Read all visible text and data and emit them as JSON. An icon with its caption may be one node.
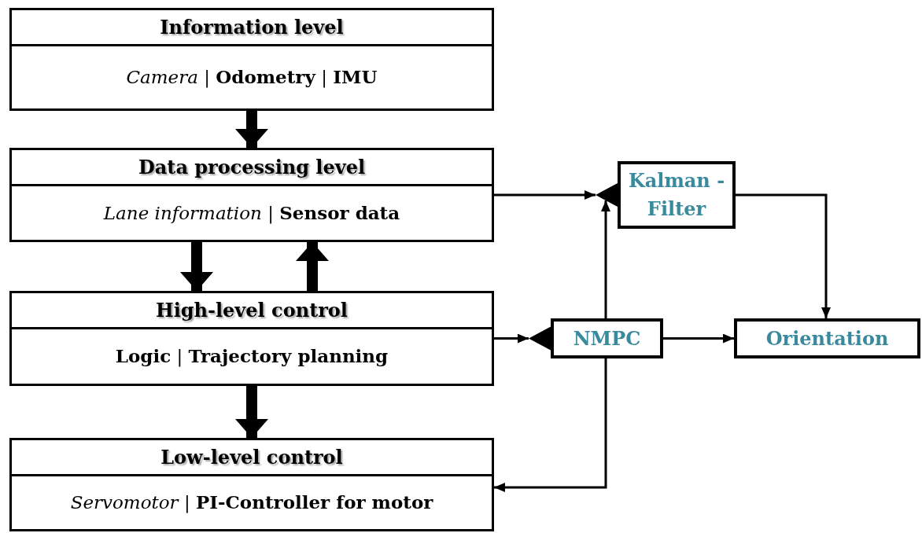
{
  "diagram": {
    "nodes": [
      {
        "text": [
          "Information level",
          "*Camera* | **Odometry** | **IMU**"
        ]
      },
      {
        "text": [
          "Data processing level",
          "*Lane information* | **Sensor data**"
        ]
      },
      {
        "text": [
          "High-level control",
          "**Logic** | **Trajectory planning**"
        ]
      },
      {
        "text": [
          "Low-level control",
          "*Servomotor* | **PI-Controller for motor**"
        ]
      },
      {
        "text": [
          "Kalman -Filter"
        ]
      },
      {
        "text": [
          "NMPC"
        ]
      },
      {
        "text": [
          "Orientation"
        ]
      }
    ],
    "edges": [
      {
        "from": 0,
        "to": 1,
        "arrow": "to",
        "style": "thick"
      },
      {
        "from": 1,
        "to": 2,
        "arrow": "to",
        "style": "thick"
      },
      {
        "from": 2,
        "to": 1,
        "arrow": "to",
        "style": "thick"
      },
      {
        "from": 2,
        "to": 3,
        "arrow": "to",
        "style": "thick"
      },
      {
        "from": 1,
        "to": 4,
        "arrow": "to"
      },
      {
        "from": 5,
        "to": 4,
        "arrow": "to"
      },
      {
        "from": 4,
        "to": 6,
        "arrow": "to"
      },
      {
        "from": 2,
        "to": 5,
        "arrow": "to"
      },
      {
        "from": 5,
        "to": 6,
        "arrow": "to"
      },
      {
        "from": 5,
        "to": 3,
        "arrow": "to"
      }
    ]
  }
}
